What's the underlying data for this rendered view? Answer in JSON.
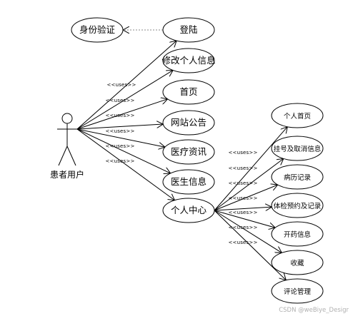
{
  "actor": {
    "label": "患者用户"
  },
  "verify_node": {
    "label": "身份验证"
  },
  "main_uses": [
    {
      "label": "登陆",
      "stereotype": ""
    },
    {
      "label": "修改个人信息",
      "stereotype": "<<uses>>"
    },
    {
      "label": "首页",
      "stereotype": "<<uses>>"
    },
    {
      "label": "网站公告",
      "stereotype": "<<uses>>"
    },
    {
      "label": "医疗资讯",
      "stereotype": "<<uses>>"
    },
    {
      "label": "医生信息",
      "stereotype": "<<uses>>"
    },
    {
      "label": "个人中心",
      "stereotype": "<<uses>>"
    }
  ],
  "sub_uses": [
    {
      "label": "个人首页",
      "stereotype": "<<uses>>"
    },
    {
      "label": "挂号及取消信息",
      "stereotype": "<<uses>>"
    },
    {
      "label": "病历记录",
      "stereotype": "<<uses>>"
    },
    {
      "label": "体检预约及记录",
      "stereotype": "<<uses>>"
    },
    {
      "label": "开药信息",
      "stereotype": "<<uses>>"
    },
    {
      "label": "收藏",
      "stereotype": "<<uses>>"
    },
    {
      "label": "评论管理",
      "stereotype": "<<uses>>"
    }
  ],
  "watermark": "CSDN @weBiye_Desigr"
}
